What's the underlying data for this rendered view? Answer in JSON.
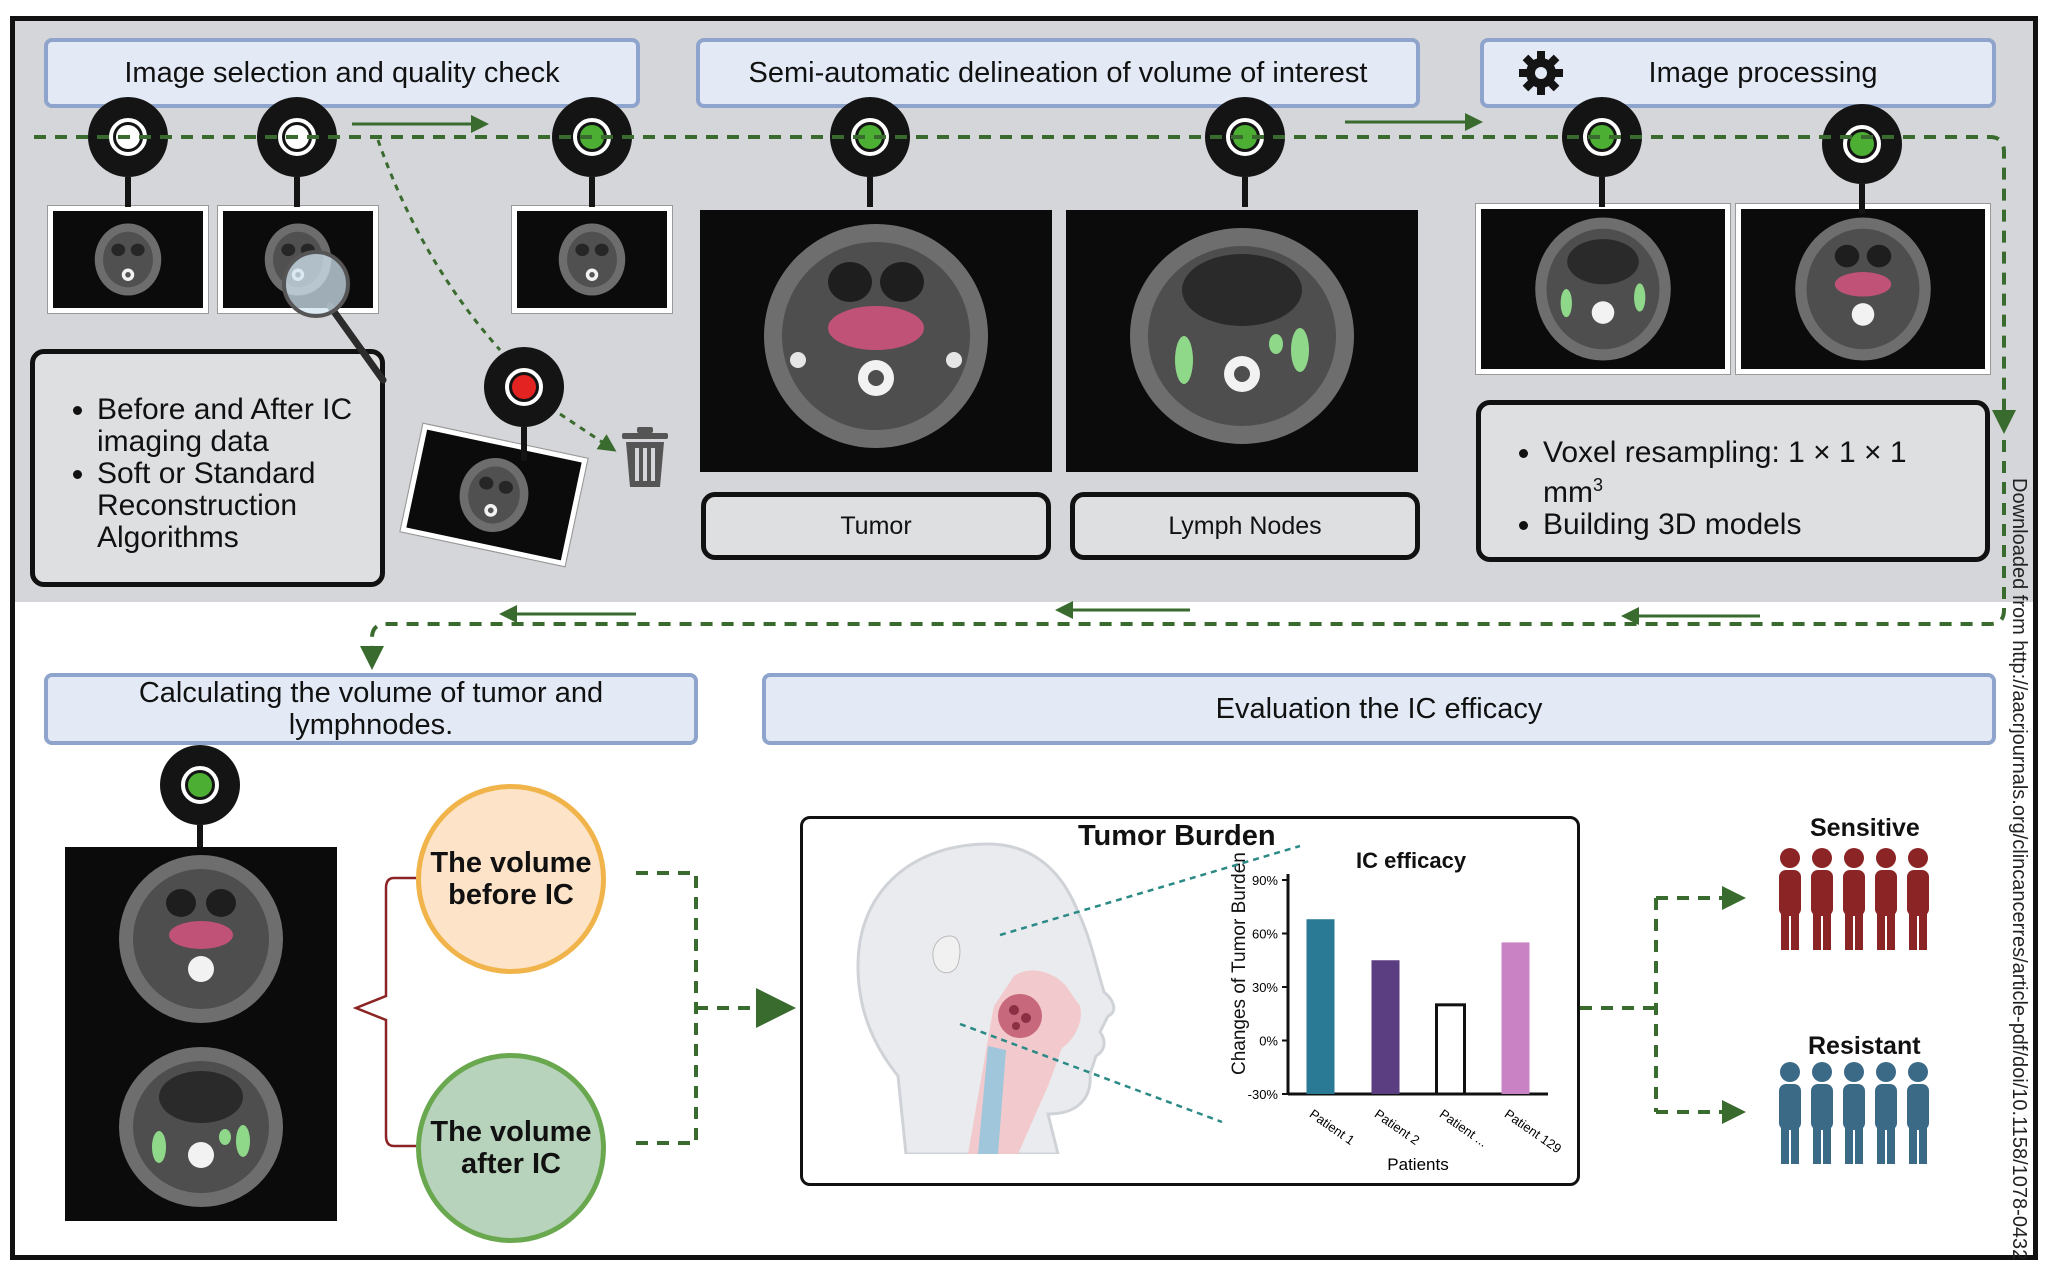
{
  "steps": {
    "selection": "Image selection and quality check",
    "delineation": "Semi-automatic delineation of volume of interest",
    "processing": "Image processing",
    "calculating_l1": "Calculating the volume of tumor and",
    "calculating_l2": "lymphnodes.",
    "evaluation": "Evaluation the IC efficacy"
  },
  "selection_notes": [
    "Before and After IC imaging data",
    "Soft or Standard Reconstruction Algorithms"
  ],
  "processing_notes": {
    "voxel_l1": "Voxel resampling: 1 × 1 × 1",
    "voxel_l2": "mm",
    "voxel_sup": "3",
    "models": "Building 3D models"
  },
  "voi_labels": {
    "tumor": "Tumor",
    "lymph": "Lymph Nodes"
  },
  "volumes": {
    "before_l1": "The volume",
    "before_l2": "before IC",
    "after_l1": "The volume",
    "after_l2": "after IC"
  },
  "evaluation_panel": {
    "title": "Tumor Burden"
  },
  "outcomes": {
    "sensitive": "Sensitive",
    "resistant": "Resistant"
  },
  "watermark": "Downloaded from http://aacrjournals.org/clincancerres/article-pdf/doi/10.1158/1078-0432",
  "colors": {
    "flow_green": "#3a6b2e",
    "pin_green": "#4caf34",
    "pin_red": "#e32222",
    "sensitive": "#8b2424",
    "resistant": "#3b6a86",
    "tumor_mask": "#d4547e",
    "node_mask": "#8fd88a"
  },
  "icons": [
    "gear-icon",
    "trash-icon",
    "magnifier-icon",
    "sensitive-people-icon",
    "resistant-people-icon",
    "head-anatomy-icon"
  ],
  "chart_data": {
    "type": "bar",
    "title": "IC efficacy",
    "xlabel": "Patients",
    "ylabel": "Changes of Tumor Burden",
    "categories": [
      "Patient 1",
      "Patient 2",
      "Patient ...",
      "Patient 129"
    ],
    "values": [
      68,
      45,
      20,
      55
    ],
    "colors": [
      "#2a7a96",
      "#5b3d82",
      "#ffffff",
      "#c983c4"
    ],
    "yticks": [
      "-30%",
      "0%",
      "30%",
      "60%",
      "90%"
    ],
    "ylim": [
      -30,
      90
    ],
    "grid": false
  }
}
